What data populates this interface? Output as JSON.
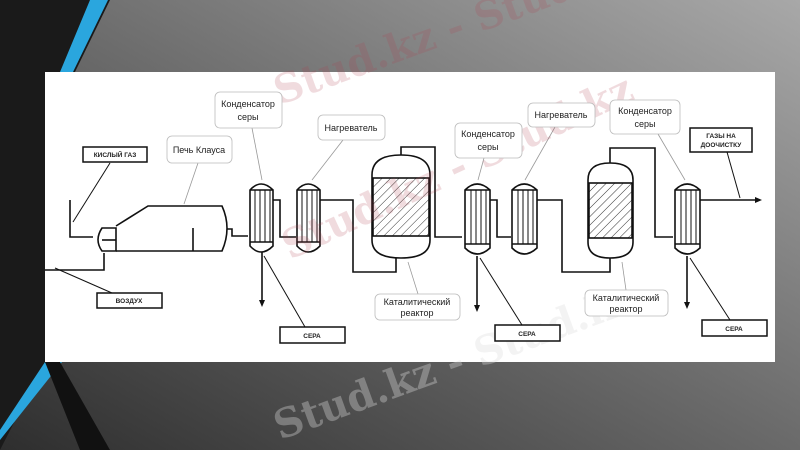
{
  "slide": {
    "watermark": "Stud.kz",
    "accent_color": "#2aa6de",
    "background_color": "#5a5a5a"
  },
  "diagram": {
    "input_labels": {
      "acid_gas": "КИСЛЫЙ ГАЗ",
      "air": "ВОЗДУХ"
    },
    "output_labels": {
      "sulfur_1": "СЕРА",
      "sulfur_2": "СЕРА",
      "sulfur_3": "СЕРА",
      "tail_gas_line1": "ГАЗЫ НА",
      "tail_gas_line2": "ДООЧИСТКУ"
    },
    "callouts": {
      "condenser_1": [
        "Конденсатор",
        "серы"
      ],
      "claus_furnace": "Печь Клауса",
      "heater_1": "Нагреватель",
      "condenser_2": [
        "Конденсатор",
        "серы"
      ],
      "heater_2": "Нагреватель",
      "condenser_3": [
        "Конденсатор",
        "серы"
      ],
      "reactor_1": [
        "Каталитический",
        "реактор"
      ],
      "reactor_2": [
        "Каталитический",
        "реактор"
      ]
    }
  }
}
